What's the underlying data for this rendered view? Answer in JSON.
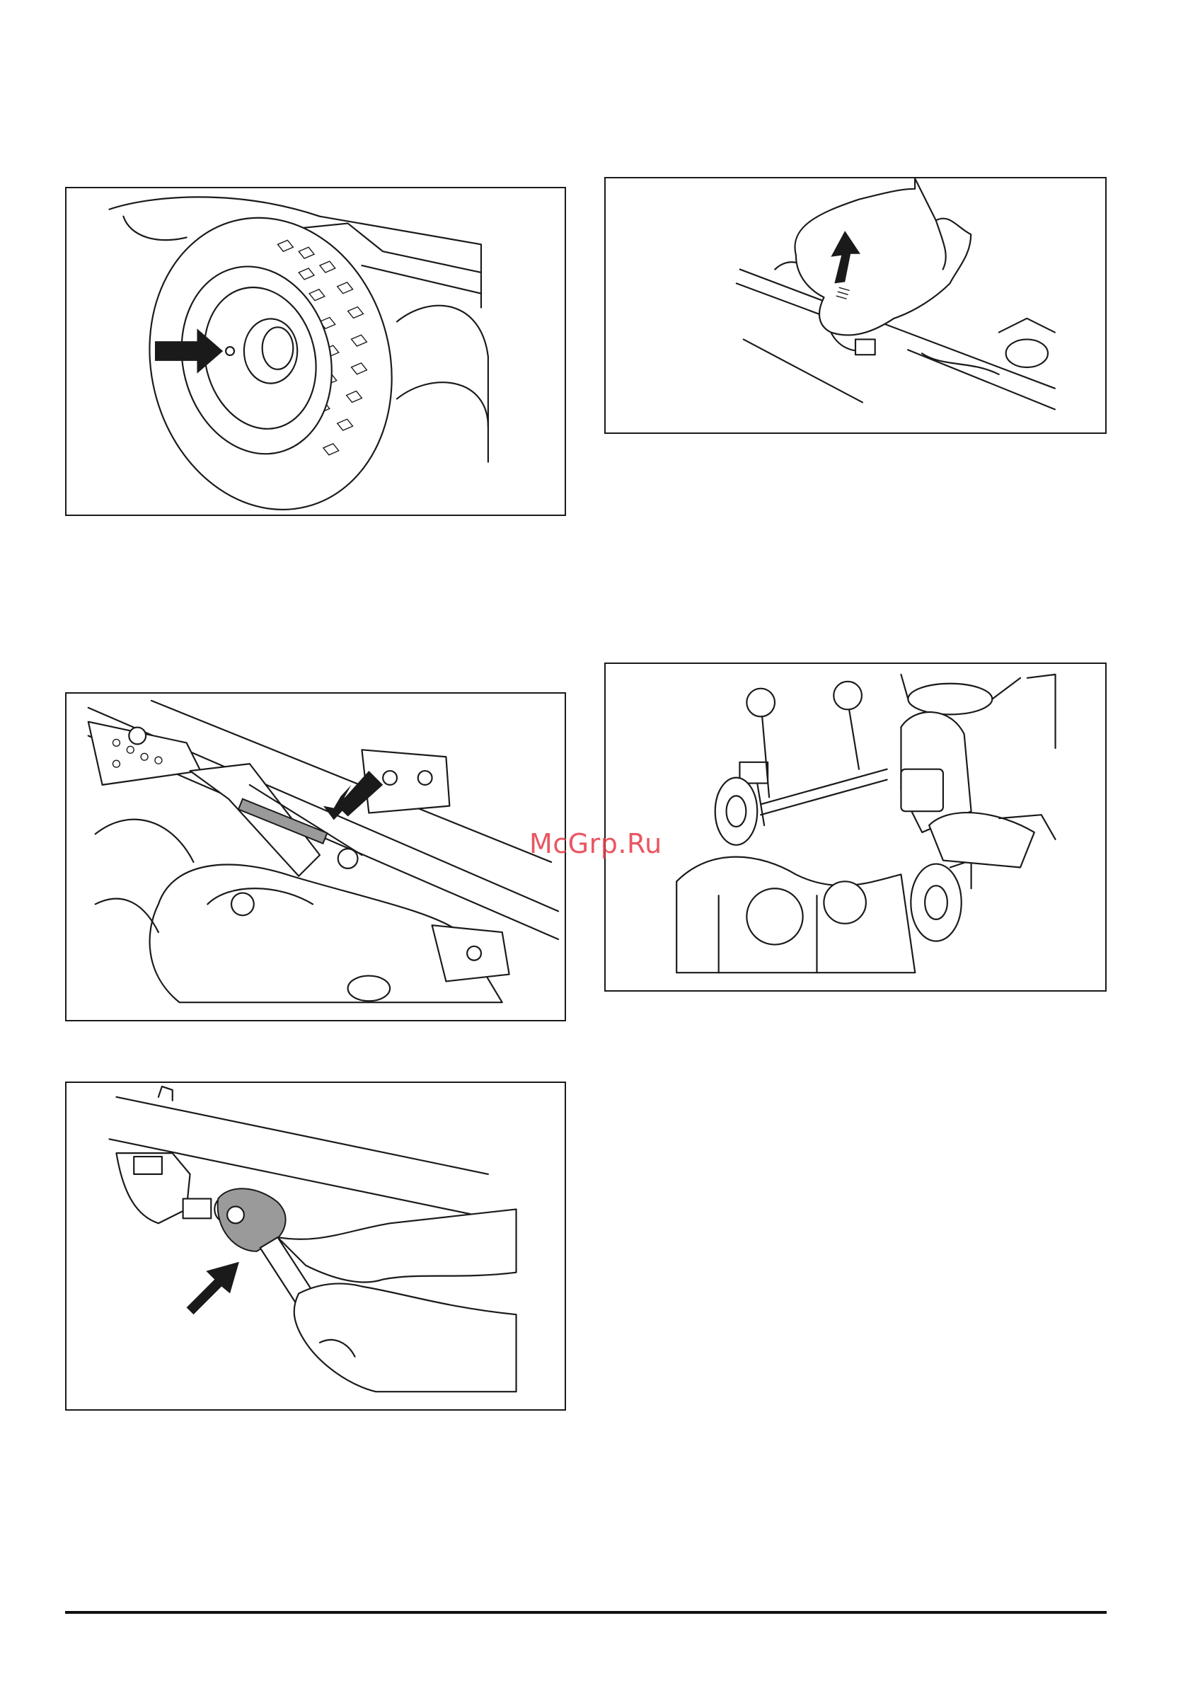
{
  "watermark": {
    "text": "McGrp.Ru",
    "color": "#e63946"
  },
  "figures": [
    {
      "id": "fig-tl",
      "icon": "wheel-hub-pin-illustration"
    },
    {
      "id": "fig-tr",
      "icon": "hand-pushing-axle-illustration"
    },
    {
      "id": "fig-ml",
      "icon": "mower-deck-linkage-illustration"
    },
    {
      "id": "fig-mr",
      "icon": "mower-deck-callout-illustration",
      "callouts": [
        "",
        ""
      ]
    },
    {
      "id": "fig-bl",
      "icon": "wrench-on-nut-illustration"
    }
  ]
}
